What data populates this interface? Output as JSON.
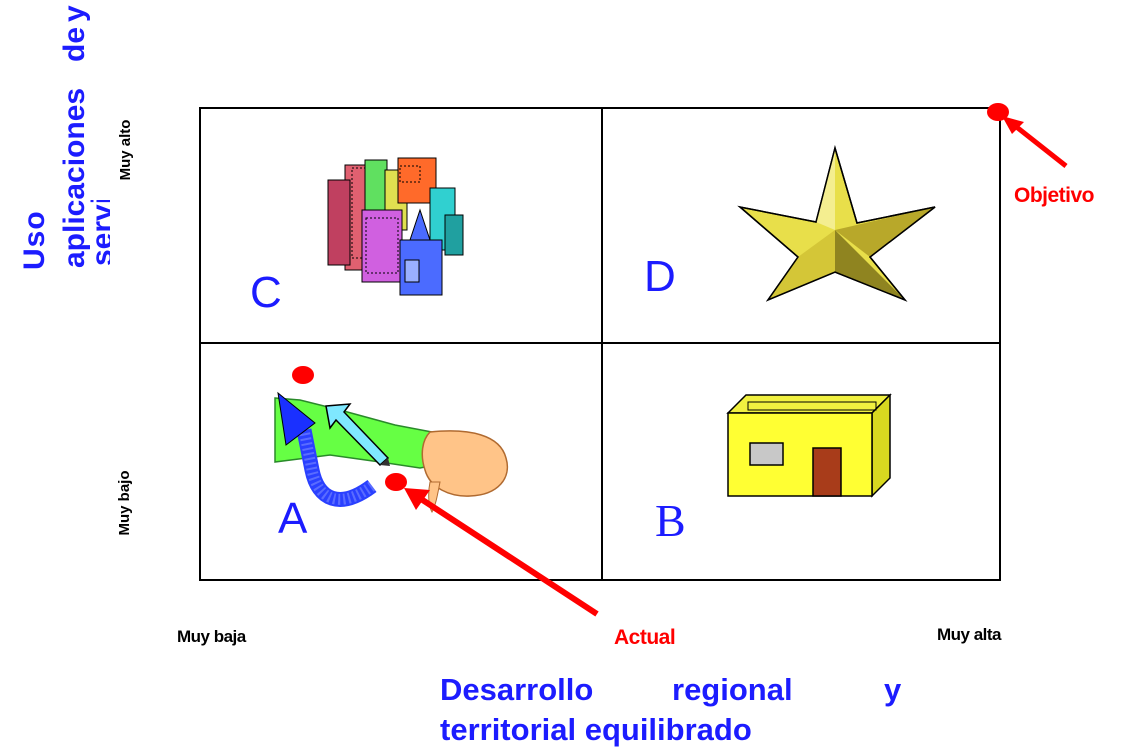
{
  "y_axis": {
    "title_line1": "Uso",
    "title_line2": "aplicaciones",
    "title_word_de": "de",
    "title_word_y": "y",
    "title_line3": "servi",
    "top_label": "Muy alto",
    "bottom_label": "Muy bajo"
  },
  "x_axis": {
    "title_line1_a": "Desarrollo",
    "title_line1_b": "regional",
    "title_line1_c": "y",
    "title_line2": "territorial equilibrado",
    "left_label": "Muy baja",
    "right_label": "Muy alta"
  },
  "quadrants": {
    "top_left": {
      "letter": "C",
      "icon": "city-buildings-icon"
    },
    "top_right": {
      "letter": "D",
      "icon": "gold-star-icon"
    },
    "bottom_left": {
      "letter": "A",
      "icon": "hand-pointing-arrow-icon"
    },
    "bottom_right": {
      "letter": "B",
      "icon": "small-house-icon"
    }
  },
  "markers": {
    "objective": "Objetivo",
    "current": "Actual"
  },
  "colors": {
    "axis_title": "#1c1cff",
    "marker": "#ff0000",
    "quadrant_letter": "#1c1cff",
    "grid": "#000000"
  }
}
